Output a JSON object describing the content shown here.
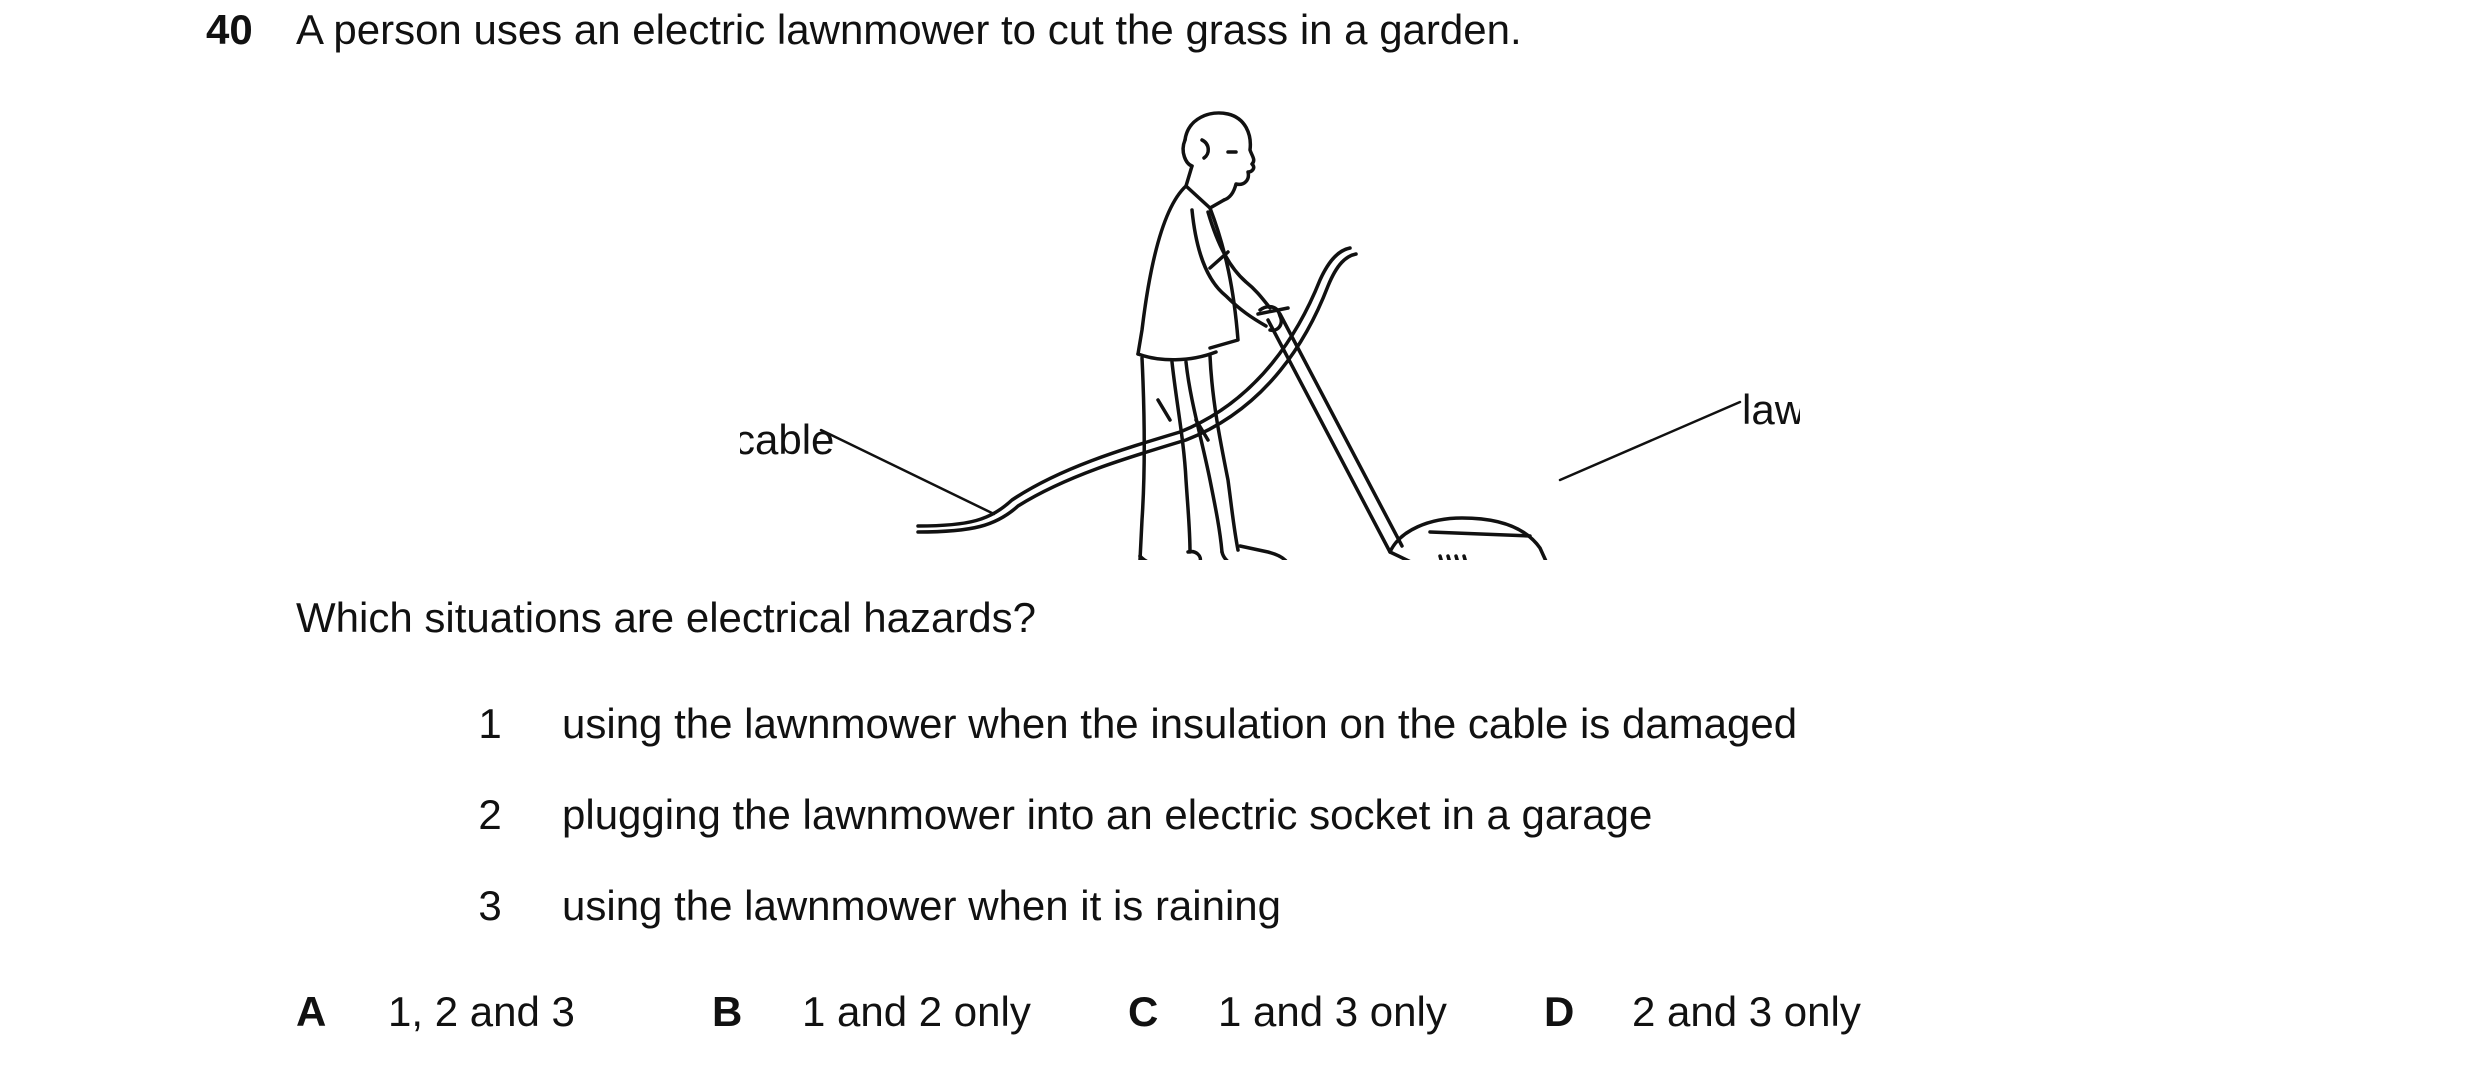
{
  "question": {
    "number": "40",
    "stem": "A person uses an electric lawnmower to cut the grass in a garden.",
    "prompt": "Which situations are electrical hazards?"
  },
  "figure": {
    "labels": {
      "cable": "cable",
      "lawnmower": "lawnmower"
    }
  },
  "statements": [
    {
      "num": "1",
      "text": "using the lawnmower when the insulation on the cable is damaged"
    },
    {
      "num": "2",
      "text": "plugging the lawnmower into an electric socket in a garage"
    },
    {
      "num": "3",
      "text": "using the lawnmower when it is raining"
    }
  ],
  "options": [
    {
      "letter": "A",
      "text": "1, 2 and 3"
    },
    {
      "letter": "B",
      "text": "1 and 2 only"
    },
    {
      "letter": "C",
      "text": "1 and 3 only"
    },
    {
      "letter": "D",
      "text": "2 and 3 only"
    }
  ]
}
